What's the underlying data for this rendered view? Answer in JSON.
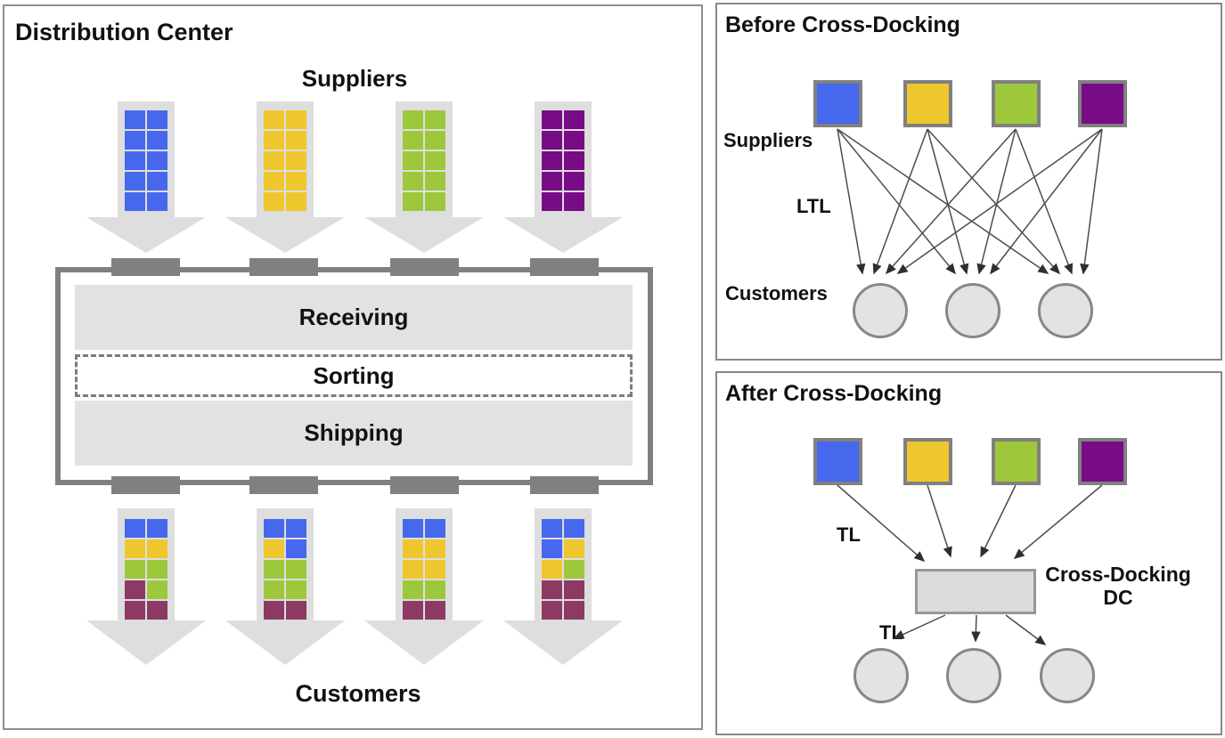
{
  "colors": {
    "blue": "#4668ec",
    "yellow": "#eec72e",
    "green": "#9dc83b",
    "purple": "#770c86",
    "maroon": "#8c3a63"
  },
  "left_panel": {
    "title": "Distribution Center",
    "suppliers_label": "Suppliers",
    "customers_label": "Customers",
    "zones": [
      "Receiving",
      "Sorting",
      "Shipping"
    ],
    "supplier_pallets": [
      [
        "blue",
        "blue",
        "blue",
        "blue",
        "blue",
        "blue",
        "blue",
        "blue",
        "blue",
        "blue"
      ],
      [
        "yellow",
        "yellow",
        "yellow",
        "yellow",
        "yellow",
        "yellow",
        "yellow",
        "yellow",
        "yellow",
        "yellow"
      ],
      [
        "green",
        "green",
        "green",
        "green",
        "green",
        "green",
        "green",
        "green",
        "green",
        "green"
      ],
      [
        "purple",
        "purple",
        "purple",
        "purple",
        "purple",
        "purple",
        "purple",
        "purple",
        "purple",
        "purple"
      ]
    ],
    "customer_pallets": [
      [
        "blue",
        "blue",
        "yellow",
        "yellow",
        "green",
        "green",
        "maroon",
        "green",
        "maroon",
        "maroon"
      ],
      [
        "blue",
        "blue",
        "yellow",
        "blue",
        "green",
        "green",
        "green",
        "green",
        "maroon",
        "maroon"
      ],
      [
        "blue",
        "blue",
        "yellow",
        "yellow",
        "yellow",
        "yellow",
        "green",
        "green",
        "maroon",
        "maroon"
      ],
      [
        "blue",
        "blue",
        "blue",
        "yellow",
        "yellow",
        "green",
        "maroon",
        "maroon",
        "maroon",
        "maroon"
      ]
    ]
  },
  "before_panel": {
    "title": "Before Cross-Docking",
    "suppliers_label": "Suppliers",
    "shipment_label": "LTL",
    "customers_label": "Customers",
    "supplier_colors": [
      "blue",
      "yellow",
      "green",
      "purple"
    ],
    "customer_count": 3
  },
  "after_panel": {
    "title": "After Cross-Docking",
    "inbound_label": "TL",
    "outbound_label": "TL",
    "dc_label_line1": "Cross-Docking",
    "dc_label_line2": "DC",
    "supplier_colors": [
      "blue",
      "yellow",
      "green",
      "purple"
    ],
    "customer_count": 3
  }
}
